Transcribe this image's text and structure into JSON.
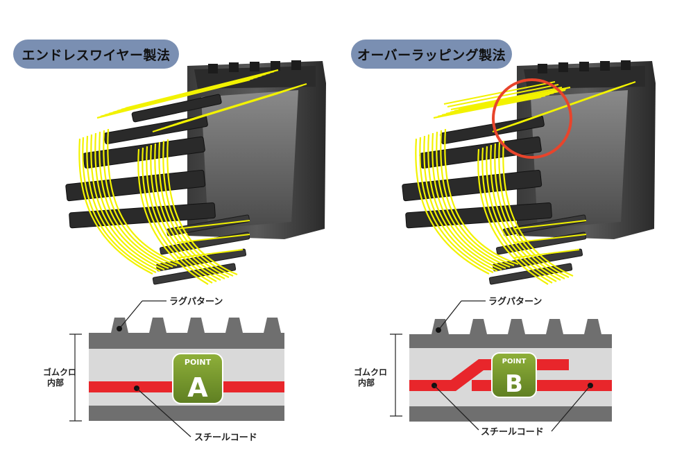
{
  "left_panel": {
    "title": "エンドレスワイヤー製法",
    "lug_label": "ラグパターン",
    "rubber_label_line1": "ゴムクロ",
    "rubber_label_line2": "内部",
    "cord_label": "スチールコード",
    "badge_top": "POINT",
    "badge_letter": "A"
  },
  "right_panel": {
    "title": "オーバーラッピング製法",
    "lug_label": "ラグパターン",
    "rubber_label_line1": "ゴムクロ",
    "rubber_label_line2": "内部",
    "cord_label": "スチールコード",
    "badge_top": "POINT",
    "badge_letter": "B"
  },
  "colors": {
    "title_bg": "#7a8fb2",
    "wire": "#f2f200",
    "rubber_dark": "#6f6f6f",
    "rubber_light": "#d9d9d9",
    "cord": "#e8262b",
    "badge": "#7a9a2e",
    "highlight_circle": "#e8442b"
  }
}
